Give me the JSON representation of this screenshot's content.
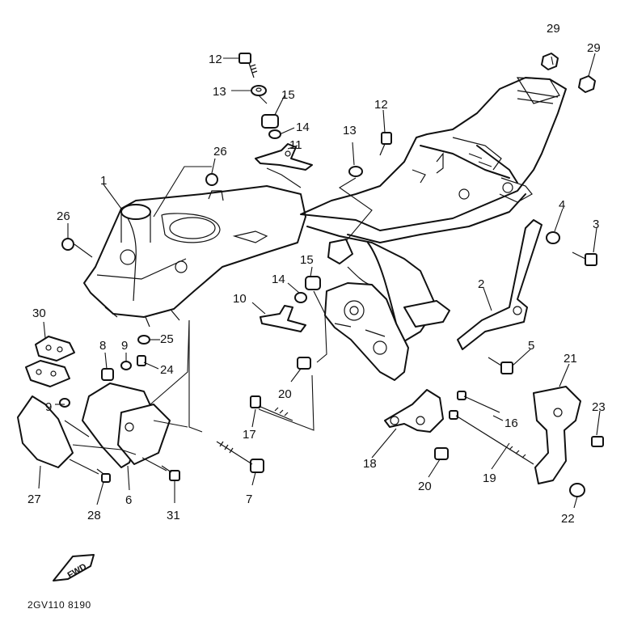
{
  "diagram": {
    "callouts": [
      "1",
      "2",
      "3",
      "4",
      "5",
      "6",
      "7",
      "8",
      "9",
      "9",
      "10",
      "11",
      "12",
      "12",
      "13",
      "13",
      "14",
      "14",
      "15",
      "15",
      "16",
      "17",
      "18",
      "19",
      "20",
      "20",
      "21",
      "22",
      "23",
      "24",
      "25",
      "26",
      "26",
      "27",
      "28",
      "29",
      "29",
      "30",
      "31"
    ],
    "fwd_label": "FWD",
    "drawing_code": "2GV110 8190"
  }
}
